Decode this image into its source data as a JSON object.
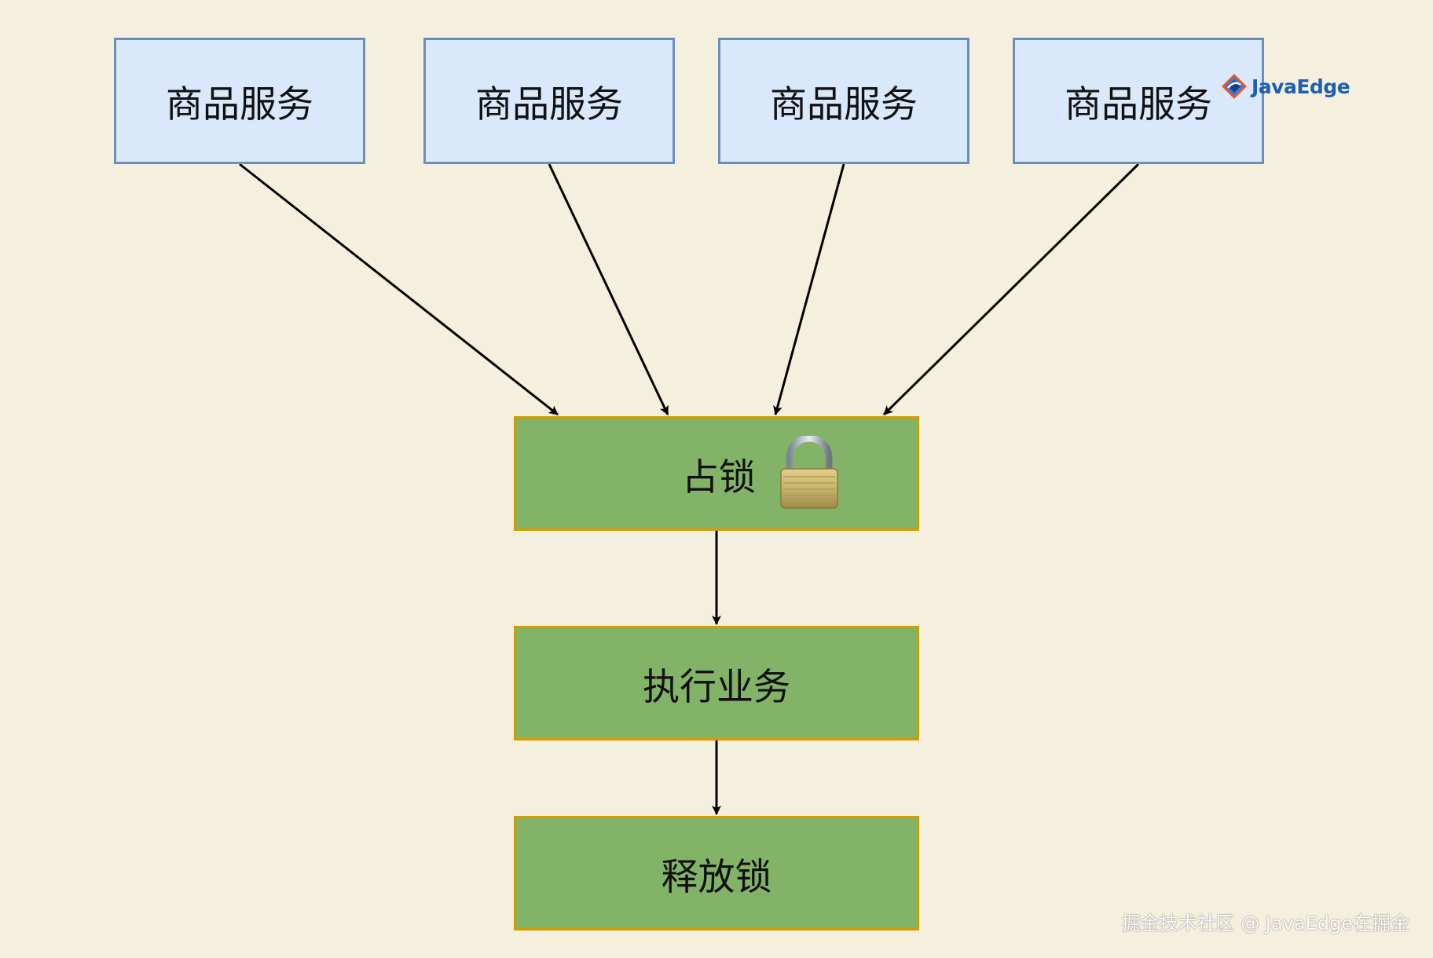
{
  "services": [
    {
      "label": "商品服务"
    },
    {
      "label": "商品服务"
    },
    {
      "label": "商品服务"
    },
    {
      "label": "商品服务"
    }
  ],
  "steps": {
    "lock": "占锁",
    "execute": "执行业务",
    "release": "释放锁"
  },
  "logo": {
    "text": "JavaEdge"
  },
  "watermark": "掘金技术社区 @ JavaEdge在掘金",
  "icons": {
    "lock": "padlock-icon",
    "logo": "javaedge-logo-icon"
  },
  "colors": {
    "background": "#f5f0de",
    "service_fill": "#dae8fc",
    "service_border": "#6c8ebf",
    "step_fill": "#82b366",
    "step_border": "#d79b00",
    "arrow": "#000000"
  }
}
